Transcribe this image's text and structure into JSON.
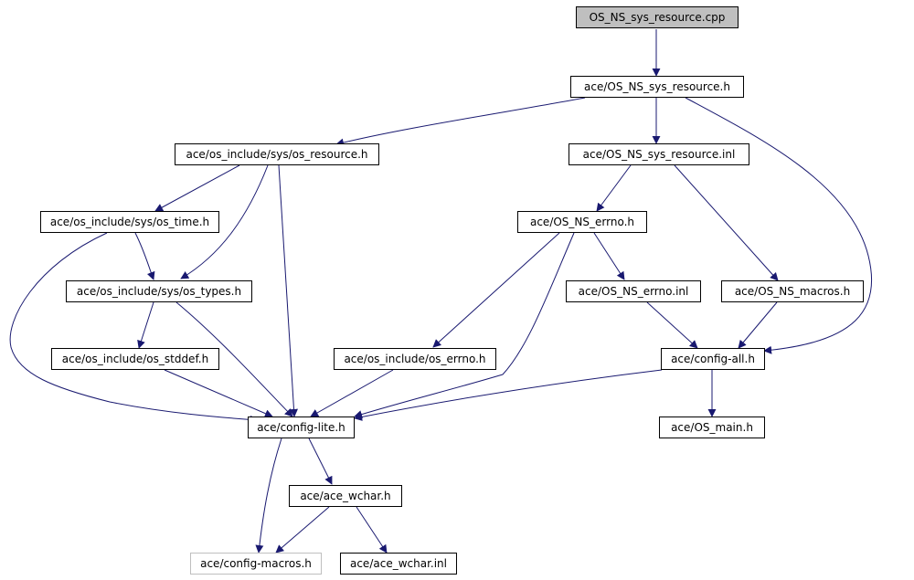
{
  "colors": {
    "edge": "#191970",
    "root_fill": "#bfbfbf",
    "node_border": "#000000",
    "faded_border": "#bfbfbf"
  },
  "nodes": {
    "root": "OS_NS_sys_resource.cpp",
    "sys_resource_h": "ace/OS_NS_sys_resource.h",
    "os_resource_h": "ace/os_include/sys/os_resource.h",
    "sys_resource_inl": "ace/OS_NS_sys_resource.inl",
    "os_time_h": "ace/os_include/sys/os_time.h",
    "ns_errno_h": "ace/OS_NS_errno.h",
    "os_types_h": "ace/os_include/sys/os_types.h",
    "ns_errno_inl": "ace/OS_NS_errno.inl",
    "ns_macros_h": "ace/OS_NS_macros.h",
    "os_stddef_h": "ace/os_include/os_stddef.h",
    "os_errno_h": "ace/os_include/os_errno.h",
    "config_all_h": "ace/config-all.h",
    "config_lite_h": "ace/config-lite.h",
    "os_main_h": "ace/OS_main.h",
    "ace_wchar_h": "ace/ace_wchar.h",
    "config_macros_h": "ace/config-macros.h",
    "ace_wchar_inl": "ace/ace_wchar.inl"
  }
}
